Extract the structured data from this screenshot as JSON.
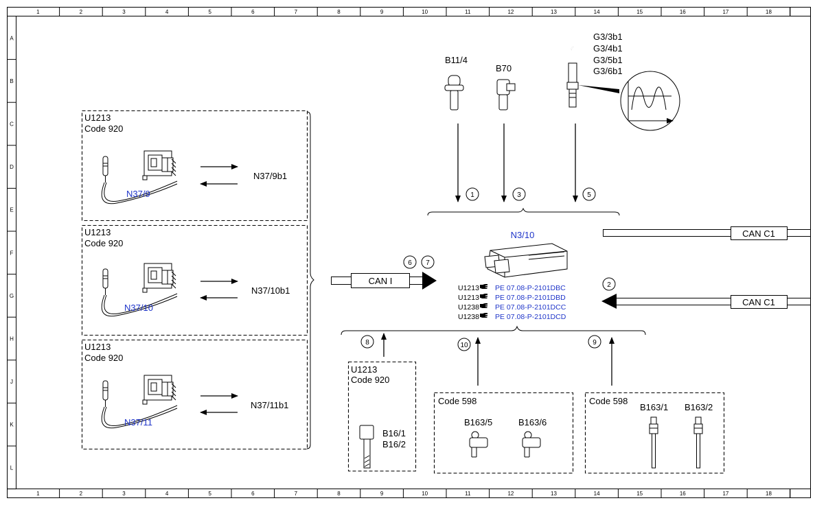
{
  "grid": {
    "columns": [
      "1",
      "2",
      "3",
      "4",
      "5",
      "6",
      "7",
      "8",
      "9",
      "10",
      "11",
      "12",
      "13",
      "14",
      "15",
      "16",
      "17",
      "18"
    ],
    "rows": [
      "A",
      "B",
      "C",
      "D",
      "E",
      "F",
      "G",
      "H",
      "J",
      "K",
      "L"
    ]
  },
  "left_groups": [
    {
      "option": "U1213",
      "code": "Code 920",
      "component": "N37/9",
      "target": "N37/9b1"
    },
    {
      "option": "U1213",
      "code": "Code 920",
      "component": "N37/10",
      "target": "N37/10b1"
    },
    {
      "option": "U1213",
      "code": "Code 920",
      "component": "N37/11",
      "target": "N37/11b1"
    }
  ],
  "sensors_top": {
    "b11_4": "B11/4",
    "b70": "B70",
    "g3": [
      "G3/3b1",
      "G3/4b1",
      "G3/5b1",
      "G3/6b1"
    ]
  },
  "signals": {
    "s1": "1",
    "s2": "2",
    "s3": "3",
    "s5": "5",
    "s6": "6",
    "s7": "7",
    "s8": "8",
    "s9": "9",
    "s10": "10"
  },
  "ecu": {
    "label": "N3/10",
    "refs": [
      {
        "code": "U1213",
        "doc": "PE 07.08-P-2101DBC"
      },
      {
        "code": "U1213",
        "doc": "PE 07.08-P-2101DBD"
      },
      {
        "code": "U1238",
        "doc": "PE 07.08-P-2101DCC"
      },
      {
        "code": "U1238",
        "doc": "PE 07.08-P-2101DCD"
      }
    ]
  },
  "buses": {
    "can_i": "CAN I",
    "can_c1_top": "CAN C1",
    "can_c1_bottom": "CAN C1"
  },
  "bottom_groups": {
    "b16": {
      "option": "U1213",
      "code": "Code 920",
      "labels": [
        "B16/1",
        "B16/2"
      ]
    },
    "b163_left": {
      "code": "Code 598",
      "labels": [
        "B163/5",
        "B163/6"
      ]
    },
    "b163_right": {
      "code": "Code 598",
      "labels": [
        "B163/1",
        "B163/2"
      ]
    }
  },
  "colors": {
    "link_blue": "#1f35c9",
    "line": "#000000"
  },
  "icons": {
    "reference": "pointing-hand-icon"
  }
}
